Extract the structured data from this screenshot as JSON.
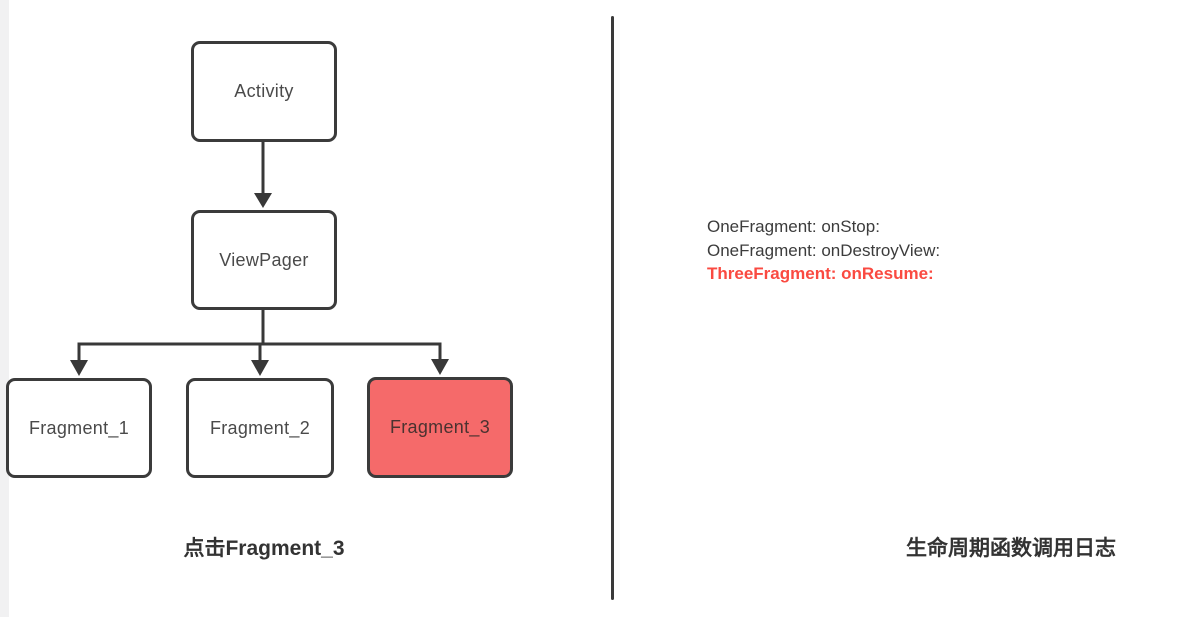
{
  "diagram": {
    "nodes": {
      "activity": {
        "label": "Activity"
      },
      "viewpager": {
        "label": "ViewPager"
      },
      "fragment1": {
        "label": "Fragment_1"
      },
      "fragment2": {
        "label": "Fragment_2"
      },
      "fragment3": {
        "label": "Fragment_3",
        "highlighted": true
      }
    },
    "caption": "点击Fragment_3",
    "colors": {
      "node_border": "#3b3b3b",
      "node_text": "#4a4a4a",
      "highlight_fill": "#f56a6a",
      "connector": "#383838"
    }
  },
  "log": {
    "lines": [
      {
        "text": "OneFragment: onStop:",
        "highlight": false
      },
      {
        "text": "OneFragment: onDestroyView:",
        "highlight": false
      },
      {
        "text": "ThreeFragment: onResume:",
        "highlight": true
      }
    ],
    "caption": "生命周期函数调用日志",
    "colors": {
      "normal_text": "#3c3c3c",
      "highlight_text": "#fa4a41"
    }
  }
}
